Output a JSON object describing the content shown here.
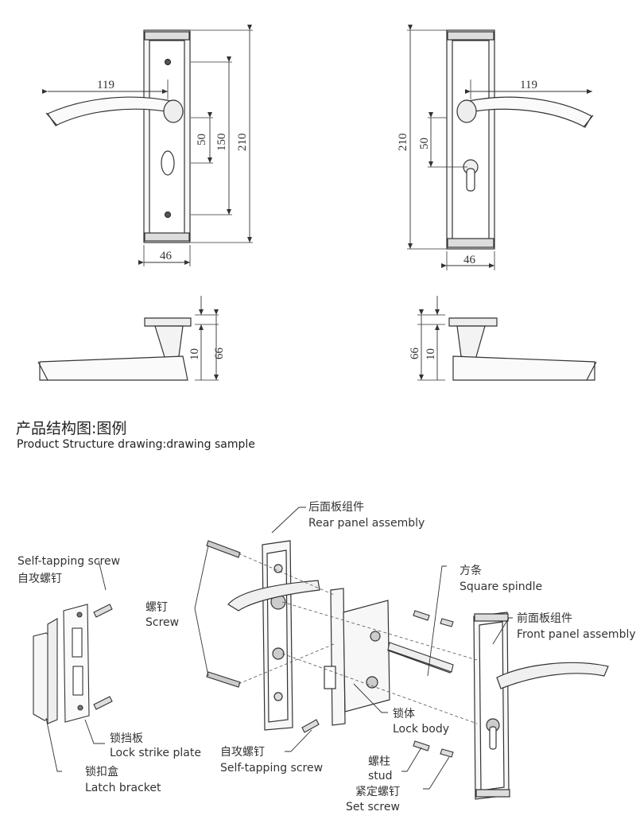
{
  "section": {
    "title_cn": "产品结构图:图例",
    "title_en": "Product Structure drawing:drawing sample"
  },
  "dimensions": {
    "left_lever_length": "119",
    "left_spacing_small": "50",
    "left_spacing_mid": "150",
    "left_height": "210",
    "left_width": "46",
    "right_lever_length": "119",
    "right_spacing_small": "50",
    "right_height": "210",
    "right_width": "46",
    "side_left_offset": "10",
    "side_left_depth": "66",
    "side_right_offset": "10",
    "side_right_depth": "66"
  },
  "labels": {
    "rear_panel_cn": "后面板组件",
    "rear_panel_en": "Rear panel assembly",
    "self_tapping_top_en": "Self-tapping screw",
    "self_tapping_top_cn": "自攻螺钉",
    "screw_cn": "螺钉",
    "screw_en": "Screw",
    "square_spindle_cn": "方条",
    "square_spindle_en": "Square spindle",
    "front_panel_cn": "前面板组件",
    "front_panel_en": "Front panel assembly",
    "lock_body_cn": "锁体",
    "lock_body_en": "Lock body",
    "lock_strike_cn": "锁挡板",
    "lock_strike_en": "Lock strike plate",
    "self_tapping_bottom_cn": "自攻螺钉",
    "self_tapping_bottom_en": "Self-tapping screw",
    "stud_cn": "螺柱",
    "stud_en": "stud",
    "set_screw_cn": "紧定螺钉",
    "set_screw_en": "Set screw",
    "latch_bracket_cn": "锁扣盒",
    "latch_bracket_en": "Latch bracket"
  }
}
